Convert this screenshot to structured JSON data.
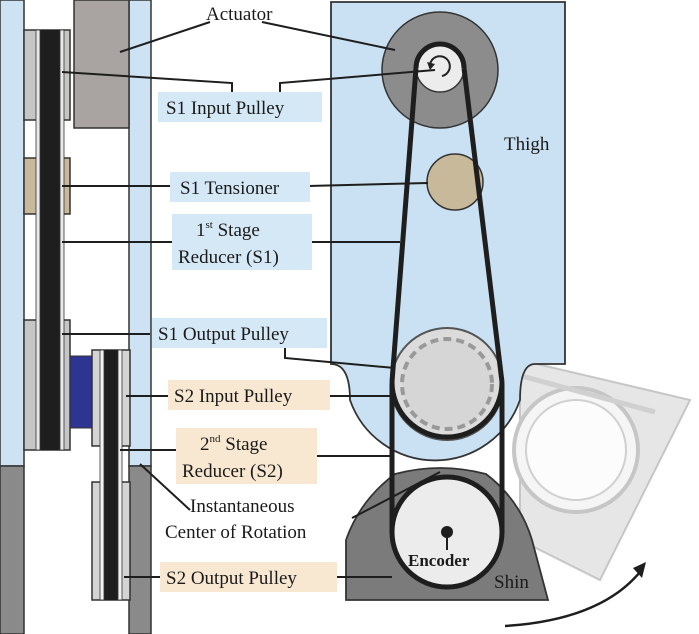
{
  "labels": {
    "actuator": "Actuator",
    "s1_input_pulley": "S1 Input Pulley",
    "thigh": "Thigh",
    "s1_tensioner": "S1 Tensioner",
    "stage1_prefix": "1",
    "stage1_sup": "st",
    "stage1_rest": " Stage",
    "stage1_line2": "Reducer (S1)",
    "s1_output_pulley": "S1 Output Pulley",
    "s2_input_pulley": "S2 Input Pulley",
    "stage2_prefix": "2",
    "stage2_sup": "nd",
    "stage2_rest": " Stage",
    "stage2_line2": "Reducer (S2)",
    "icr_line1": "Instantaneous",
    "icr_line2": "Center of Rotation",
    "encoder": "Encoder",
    "shin": "Shin",
    "s2_output_pulley": "S2 Output Pulley"
  },
  "colors": {
    "s1_label_bg": "#d5e8f6",
    "s2_label_bg": "#f8e8d2",
    "thigh_fill": "#c9e1f2",
    "belt": "#1e1e1e",
    "actuator_gray": "#a9a4a2",
    "tensioner_tan": "#c8b99a",
    "s2_blue": "#2e3492",
    "shin_gray": "#7b7b7b"
  }
}
